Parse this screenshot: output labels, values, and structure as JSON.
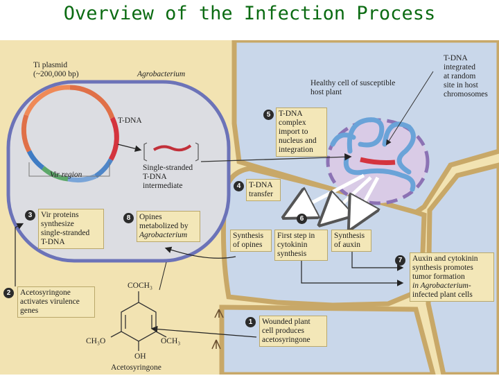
{
  "title": "Overview of the Infection Process",
  "labels": {
    "ti_plasmid": "Ti plasmid",
    "ti_plasmid_size": "(~200,000 bp)",
    "agrobacterium": "Agrobacterium",
    "t_dna": "T-DNA",
    "vir_region": "Vir region",
    "ss_tdna_1": "Single-stranded",
    "ss_tdna_2": "T-DNA",
    "ss_tdna_3": "intermediate",
    "healthy_1": "Healthy cell of susceptible",
    "healthy_2": "host plant",
    "integrated_1": "T-DNA",
    "integrated_2": "integrated",
    "integrated_3": "at random",
    "integrated_4": "site in host",
    "integrated_5": "chromosomes",
    "cooh3": "COCH₃",
    "ch3o": "CH₃O",
    "och3": "OCH₃",
    "oh": "OH",
    "acetosyringone": "Acetosyringone"
  },
  "steps": [
    {
      "num": "1",
      "lines": [
        "Wounded plant",
        "cell produces",
        "acetosyringone"
      ]
    },
    {
      "num": "2",
      "lines": [
        "Acetosyringone",
        "activates virulence",
        "genes"
      ]
    },
    {
      "num": "3",
      "lines": [
        "Vir proteins",
        "synthesize",
        "single-stranded",
        "T-DNA"
      ]
    },
    {
      "num": "4",
      "lines": [
        "T-DNA",
        "transfer"
      ]
    },
    {
      "num": "5",
      "lines": [
        "T-DNA",
        "complex",
        "import to",
        "nucleus and",
        "integration"
      ]
    },
    {
      "num": "6",
      "lines": []
    },
    {
      "num": "7",
      "lines": [
        "Auxin and cytokinin",
        "synthesis promotes",
        "tumor formation",
        "in Agrobacterium-",
        "infected plant cells"
      ]
    },
    {
      "num": "8",
      "lines": [
        "Opines",
        "metabolized by",
        "Agrobacterium"
      ]
    }
  ],
  "step6_boxes": [
    {
      "lines": [
        "Synthesis",
        "of opines"
      ]
    },
    {
      "lines": [
        "First step in",
        "cytokinin",
        "synthesis"
      ]
    },
    {
      "lines": [
        "Synthesis",
        "of auxin"
      ]
    }
  ],
  "colors": {
    "title": "#0b6b12",
    "cell_fill": "#f2e3b2",
    "cell_wall": "#c8a868",
    "plant_cytoplasm": "#c9d7ea",
    "bacterium_fill": "#dcdde2",
    "bacterium_border": "#6c73b8",
    "nucleus_fill": "#d9cbe6",
    "label_box": "#f3e7b8",
    "tdna_red": "#d4343e"
  }
}
